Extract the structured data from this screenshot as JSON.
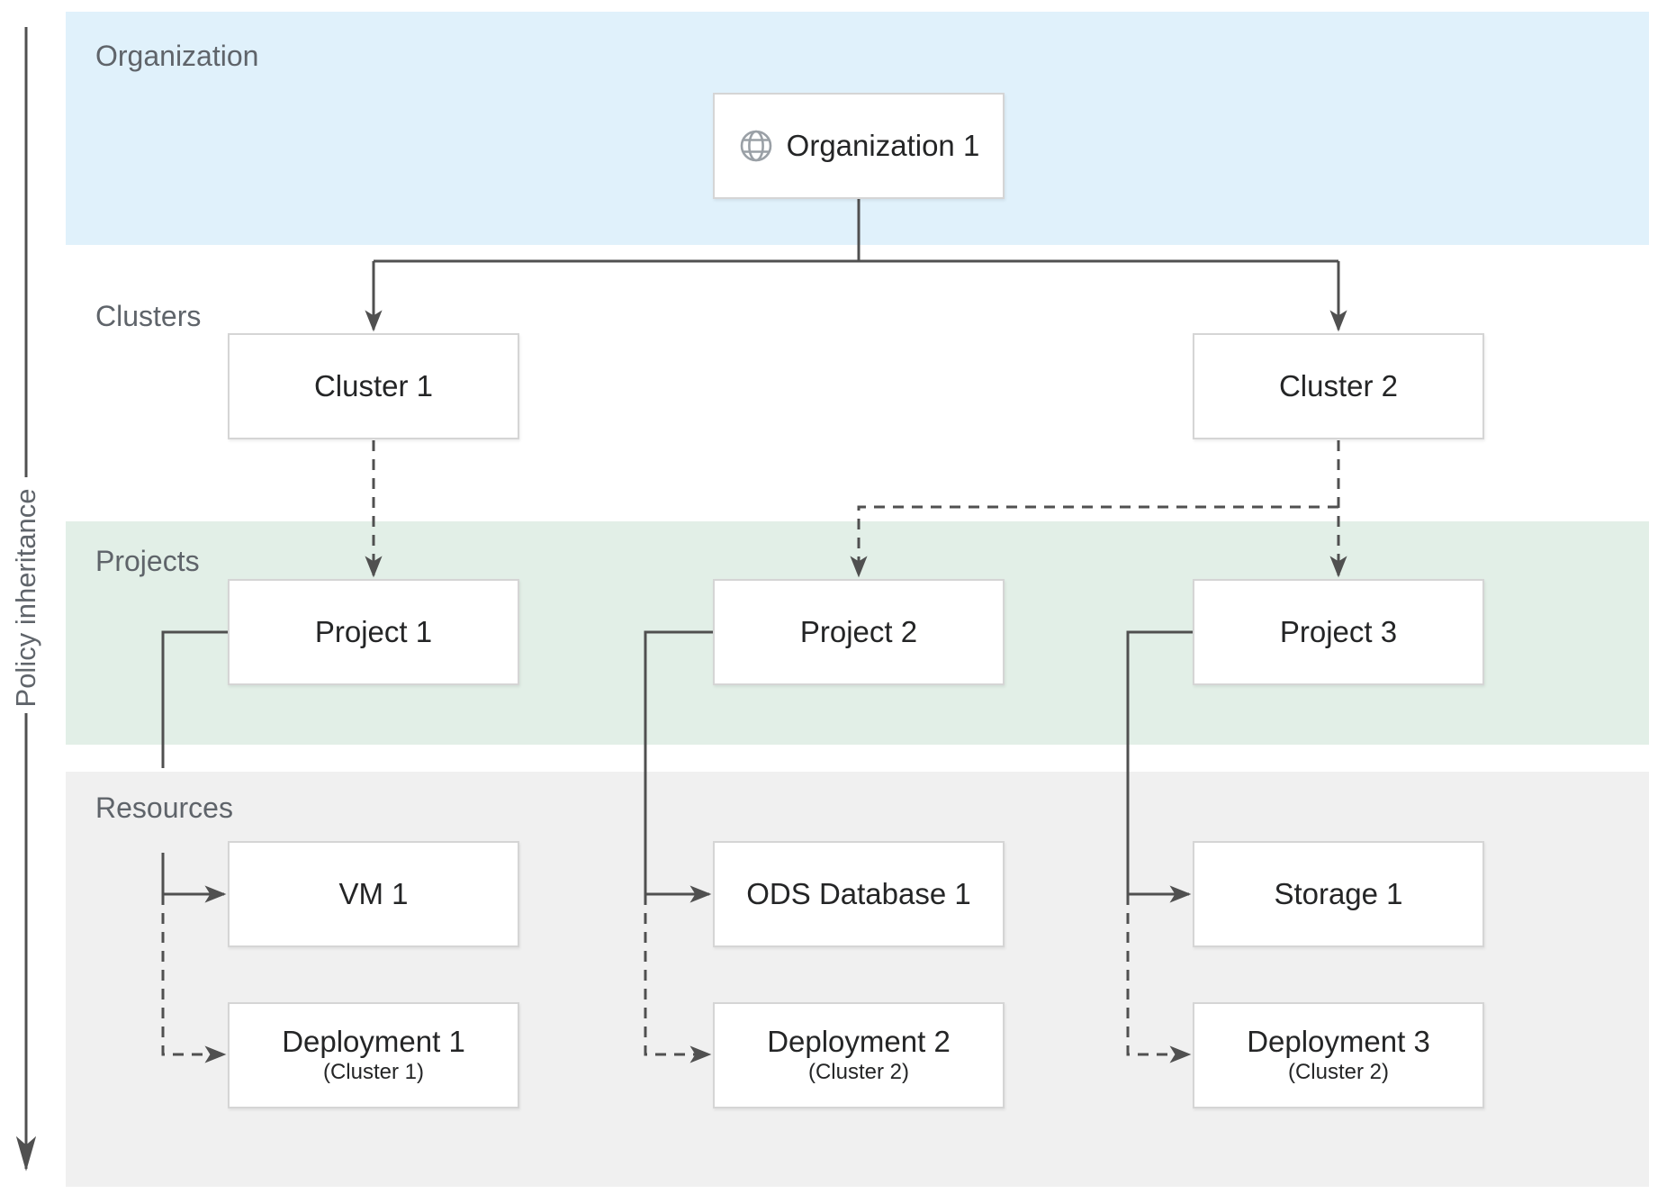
{
  "colors": {
    "band_organization": "#e0f1fb",
    "band_projects": "#e2efe7",
    "band_resources": "#f0f0f0",
    "connector": "#505050",
    "box_border": "#d5d5d5",
    "label_text": "#5f646a",
    "node_text": "#242526"
  },
  "axis": {
    "label": "Policy inheritance"
  },
  "bands": {
    "organization": {
      "label": "Organization"
    },
    "clusters": {
      "label": "Clusters"
    },
    "projects": {
      "label": "Projects"
    },
    "resources": {
      "label": "Resources"
    }
  },
  "nodes": {
    "organization1": {
      "label": "Organization 1",
      "icon": "globe-icon"
    },
    "cluster1": {
      "label": "Cluster 1"
    },
    "cluster2": {
      "label": "Cluster 2"
    },
    "project1": {
      "label": "Project 1"
    },
    "project2": {
      "label": "Project 2"
    },
    "project3": {
      "label": "Project 3"
    },
    "vm1": {
      "label": "VM 1"
    },
    "ods_database1": {
      "label": "ODS Database 1"
    },
    "storage1": {
      "label": "Storage 1"
    },
    "deployment1": {
      "label": "Deployment 1",
      "sublabel": "(Cluster 1)"
    },
    "deployment2": {
      "label": "Deployment 2",
      "sublabel": "(Cluster 2)"
    },
    "deployment3": {
      "label": "Deployment 3",
      "sublabel": "(Cluster 2)"
    }
  },
  "edges": [
    {
      "from": "organization1",
      "to": "cluster1",
      "style": "solid-arrow"
    },
    {
      "from": "organization1",
      "to": "cluster2",
      "style": "solid-arrow"
    },
    {
      "from": "cluster1",
      "to": "project1",
      "style": "dashed-arrow"
    },
    {
      "from": "cluster2",
      "to": "project2",
      "style": "dashed-arrow"
    },
    {
      "from": "cluster2",
      "to": "project3",
      "style": "dashed-arrow"
    },
    {
      "from": "project1",
      "to": "vm1",
      "style": "solid-arrow"
    },
    {
      "from": "project1",
      "to": "deployment1",
      "style": "dashed-arrow"
    },
    {
      "from": "project2",
      "to": "ods_database1",
      "style": "solid-arrow"
    },
    {
      "from": "project2",
      "to": "deployment2",
      "style": "dashed-arrow"
    },
    {
      "from": "project3",
      "to": "storage1",
      "style": "solid-arrow"
    },
    {
      "from": "project3",
      "to": "deployment3",
      "style": "dashed-arrow"
    }
  ]
}
